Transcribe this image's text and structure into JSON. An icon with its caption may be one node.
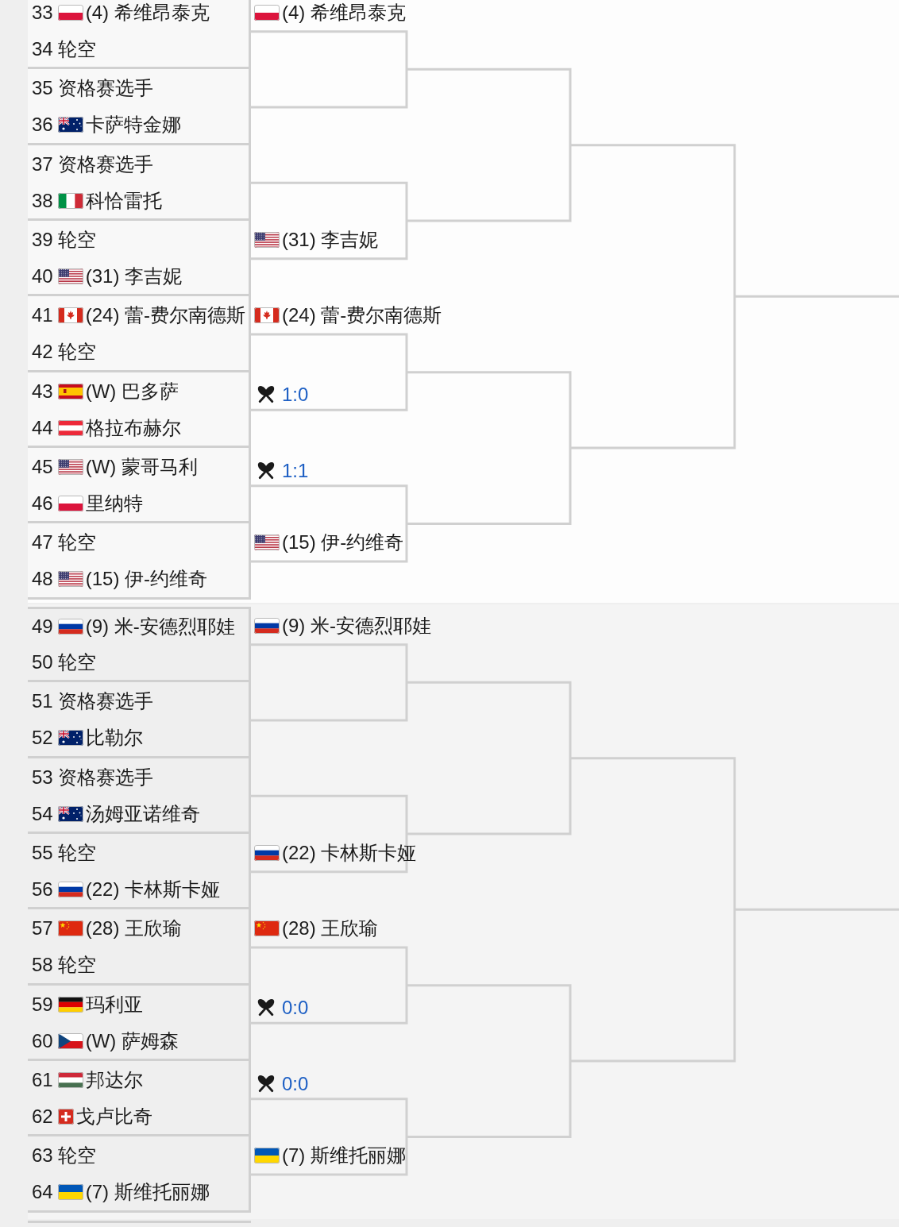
{
  "diagram": {
    "nodes": [
      {
        "text": [
          "33",
          "(4) 希维昂泰克"
        ]
      },
      {
        "text": [
          "34",
          "轮空"
        ]
      },
      {
        "text": [
          "35",
          "资格赛选手"
        ]
      },
      {
        "text": [
          "36",
          "卡萨特金娜"
        ]
      },
      {
        "text": [
          "37",
          "资格赛选手"
        ]
      },
      {
        "text": [
          "38",
          "科恰雷托"
        ]
      },
      {
        "text": [
          "39",
          "轮空"
        ]
      },
      {
        "text": [
          "40",
          "(31) 李吉妮"
        ]
      },
      {
        "text": [
          "41",
          "(24) 蕾-费尔南德斯"
        ]
      },
      {
        "text": [
          "42",
          "轮空"
        ]
      },
      {
        "text": [
          "43",
          "(W) 巴多萨"
        ]
      },
      {
        "text": [
          "44",
          "格拉布赫尔"
        ]
      },
      {
        "text": [
          "45",
          "(W) 蒙哥马利"
        ]
      },
      {
        "text": [
          "46",
          "里纳特"
        ]
      },
      {
        "text": [
          "47",
          "轮空"
        ]
      },
      {
        "text": [
          "48",
          "(15) 伊-约维奇"
        ]
      },
      {
        "text": [
          "49",
          "(9) 米-安德烈耶娃"
        ]
      },
      {
        "text": [
          "50",
          "轮空"
        ]
      },
      {
        "text": [
          "51",
          "资格赛选手"
        ]
      },
      {
        "text": [
          "52",
          "比勒尔"
        ]
      },
      {
        "text": [
          "53",
          "资格赛选手"
        ]
      },
      {
        "text": [
          "54",
          "汤姆亚诺维奇"
        ]
      },
      {
        "text": [
          "55",
          "轮空"
        ]
      },
      {
        "text": [
          "56",
          "(22) 卡林斯卡娅"
        ]
      },
      {
        "text": [
          "57",
          "(28) 王欣瑜"
        ]
      },
      {
        "text": [
          "58",
          "轮空"
        ]
      },
      {
        "text": [
          "59",
          "玛利亚"
        ]
      },
      {
        "text": [
          "60",
          "(W) 萨姆森"
        ]
      },
      {
        "text": [
          "61",
          "邦达尔"
        ]
      },
      {
        "text": [
          "62",
          "戈卢比奇"
        ]
      },
      {
        "text": [
          "63",
          "轮空"
        ]
      },
      {
        "text": [
          "64",
          "(7) 斯维托丽娜"
        ]
      },
      {
        "text": [
          "(4) 希维昂泰克"
        ]
      },
      {
        "text": [
          "(31) 李吉妮"
        ]
      },
      {
        "text": [
          "(24) 蕾-费尔南德斯"
        ]
      },
      {
        "text": [
          "1:0"
        ]
      },
      {
        "text": [
          "1:1"
        ]
      },
      {
        "text": [
          "(15) 伊-约维奇"
        ]
      },
      {
        "text": [
          "(9) 米-安德烈耶娃"
        ]
      },
      {
        "text": [
          "(22) 卡林斯卡娅"
        ]
      },
      {
        "text": [
          "(28) 王欣瑜"
        ]
      },
      {
        "text": [
          "0:0"
        ]
      },
      {
        "text": [
          "0:0"
        ]
      },
      {
        "text": [
          "(7) 斯维托丽娜"
        ]
      }
    ]
  }
}
